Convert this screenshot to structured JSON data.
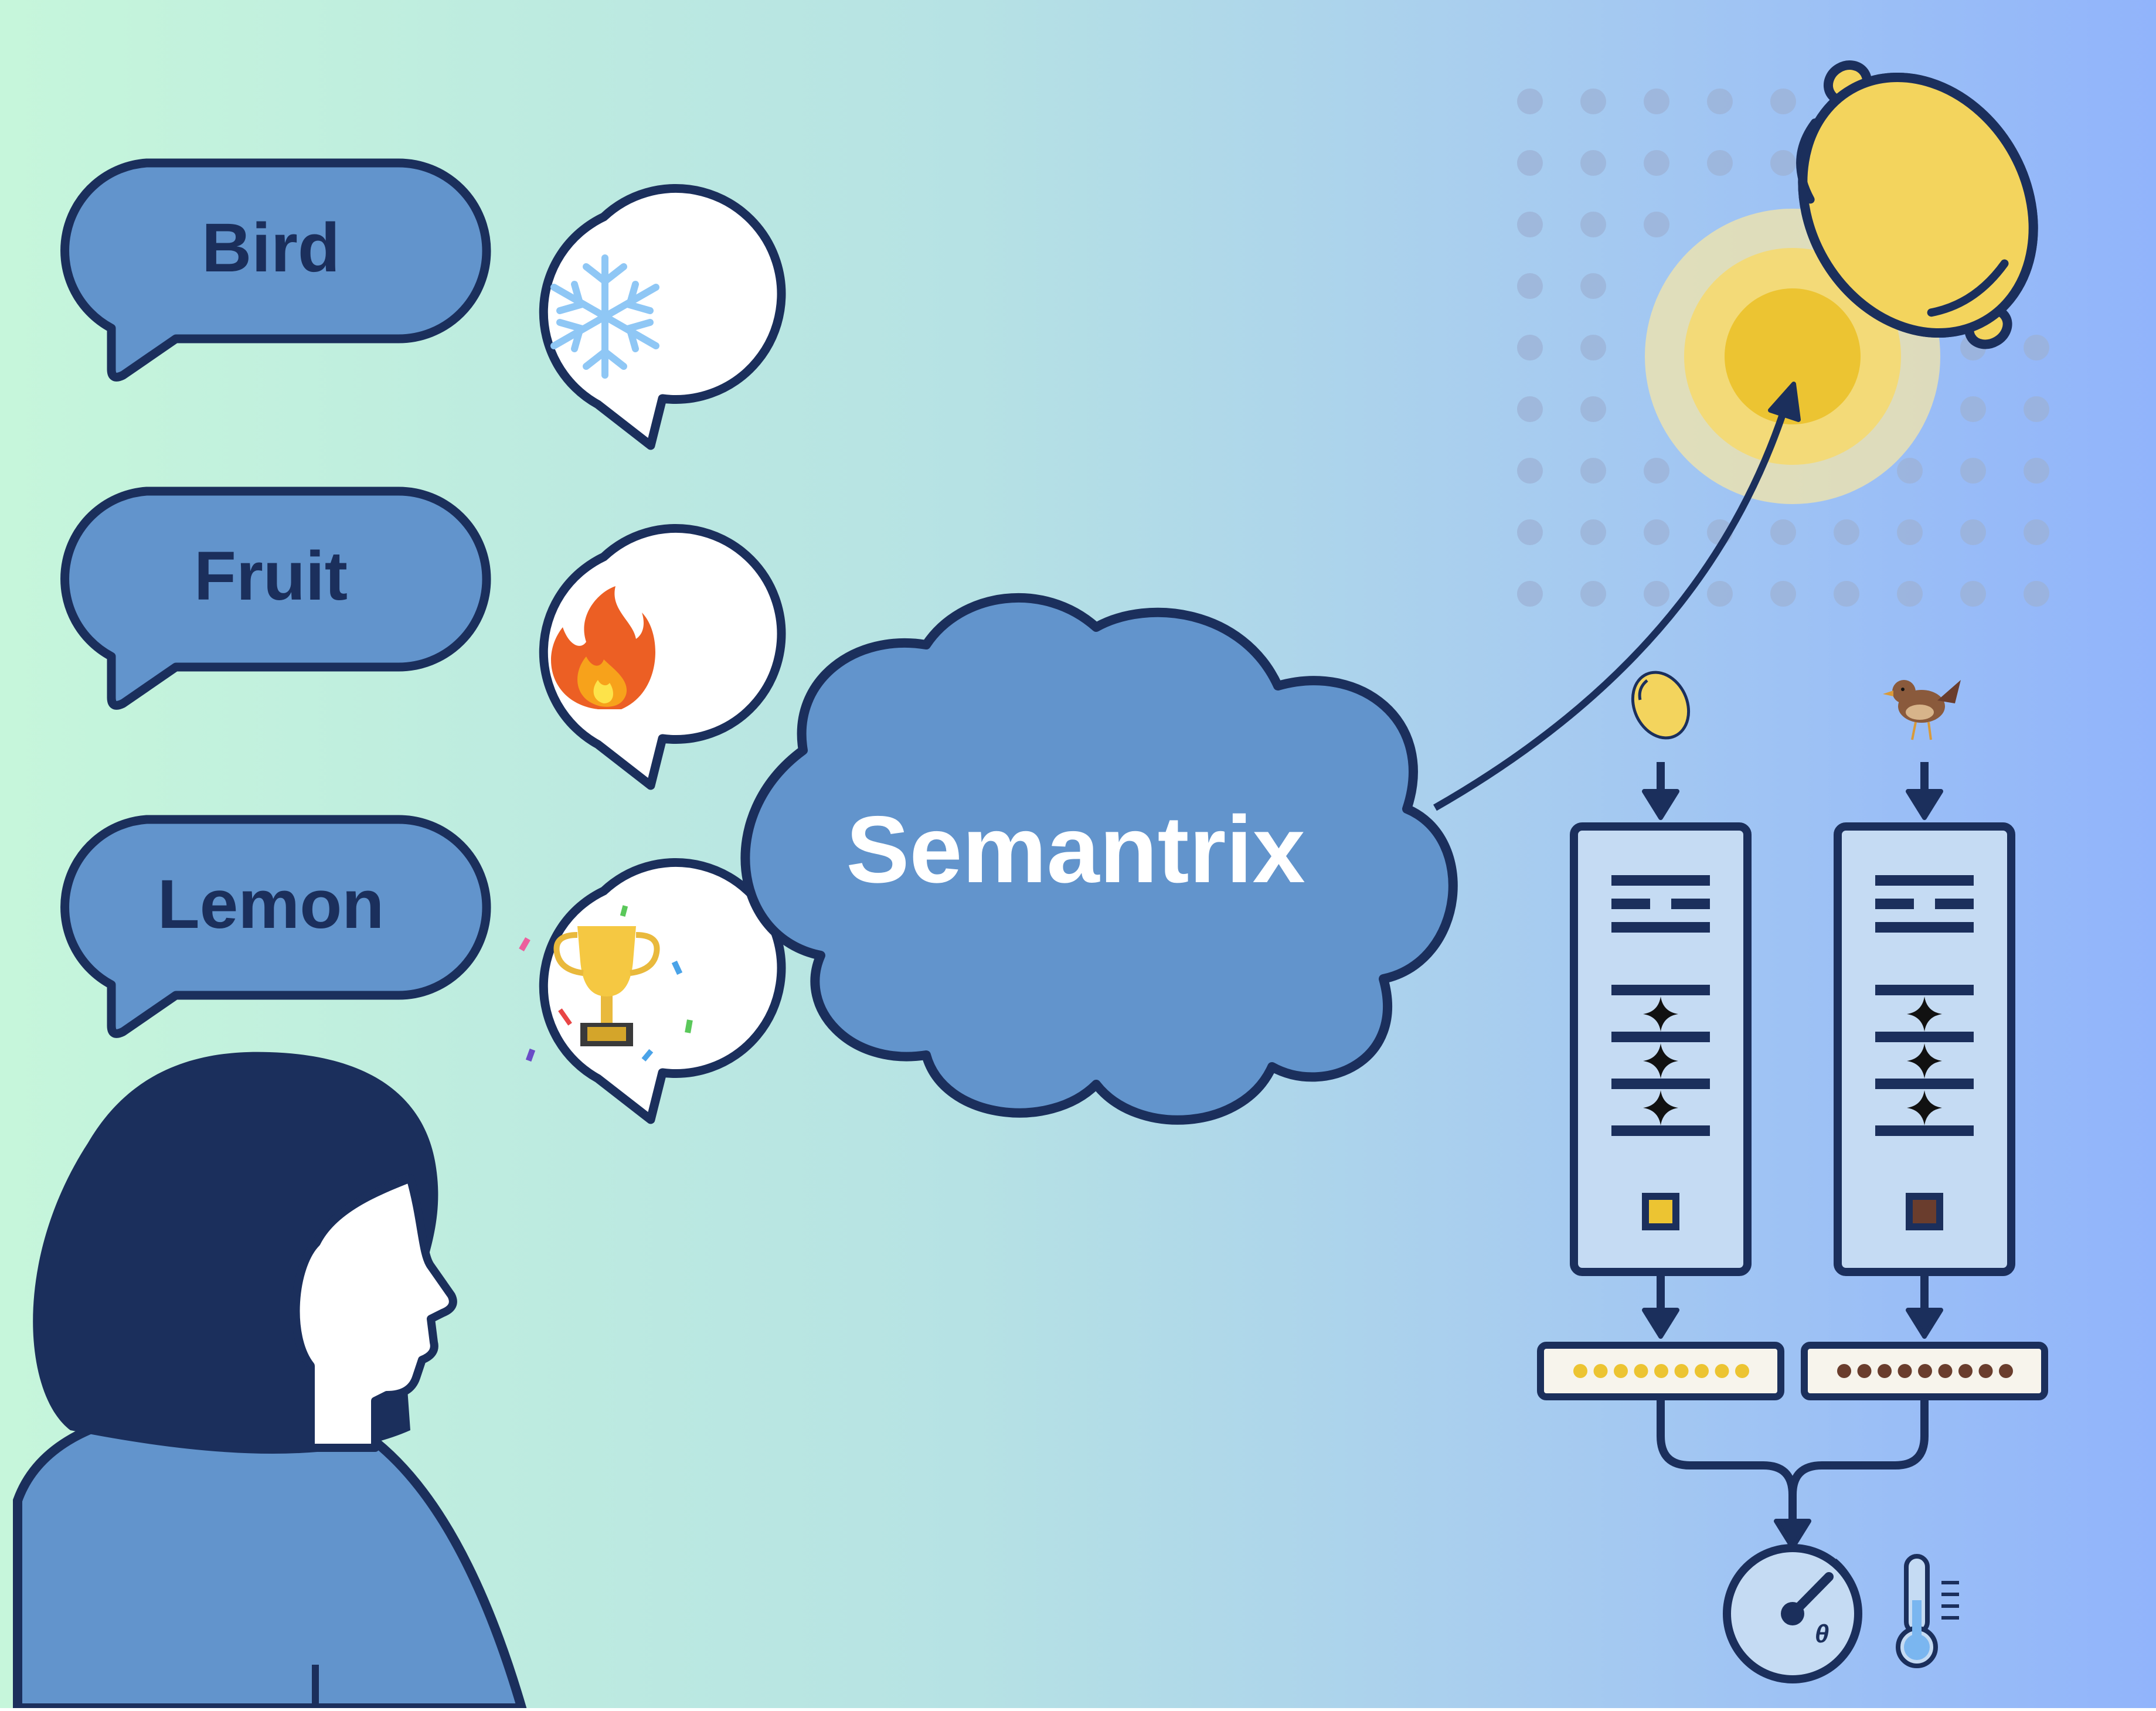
{
  "colors": {
    "bg_left": "#c6f6db",
    "bg_mid": "#b7e2e6",
    "bg_right": "#91b4fb",
    "navy": "#1b2f5c",
    "bubble_blue": "#6294cc",
    "lemon_yellow": "#f3d45d",
    "sun_core": "#ecc432",
    "bird_brown": "#6a3d2d",
    "panel_fill": "#c5dbf3",
    "dot_gray": "#9cb2d6"
  },
  "bubbles": [
    {
      "label": "Bird",
      "reaction_icon": "snowflake-icon"
    },
    {
      "label": "Fruit",
      "reaction_icon": "fire-icon"
    },
    {
      "label": "Lemon",
      "reaction_icon": "trophy-icon"
    }
  ],
  "cloud": {
    "label": "Semantrix"
  },
  "models": [
    {
      "input_icon": "lemon-icon",
      "output_color": "#ecc432"
    },
    {
      "input_icon": "bird-icon",
      "output_color": "#6a3d2d"
    }
  ],
  "gauge": {
    "symbol": "θ"
  },
  "icons": [
    "snowflake-icon",
    "fire-icon",
    "trophy-icon",
    "lemon-icon",
    "bird-icon",
    "gauge-icon",
    "thermometer-icon",
    "person-icon",
    "cloud-icon"
  ]
}
